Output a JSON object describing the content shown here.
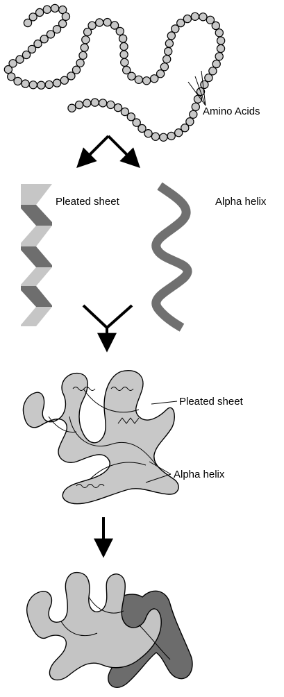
{
  "diagram": {
    "labels": {
      "amino_acids": "Amino Acids",
      "pleated_sheet_1": "Pleated sheet",
      "alpha_helix_1": "Alpha helix",
      "pleated_sheet_2": "Pleated sheet",
      "alpha_helix_2": "Alpha helix"
    },
    "colors": {
      "bead": "#c8c8c8",
      "sheet_light": "#c6c6c6",
      "sheet_dark": "#6e6e6e",
      "helix": "#707070",
      "tertiary_fill": "#c8c8c8",
      "quaternary_light": "#c4c4c4",
      "quaternary_dark": "#6c6c6c",
      "stroke": "#000000"
    }
  }
}
